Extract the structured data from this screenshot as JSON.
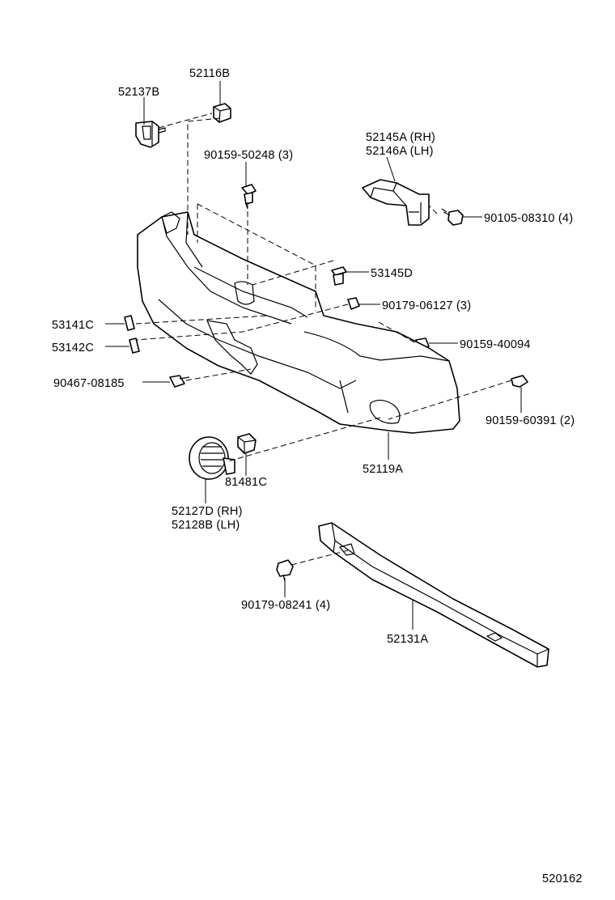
{
  "labels": {
    "p52116B": "52116B",
    "p52137B": "52137B",
    "p52145A": "52145A (RH)",
    "p52146A": "52146A (LH)",
    "p90159_50248": "90159-50248 (3)",
    "p90105_08310": "90105-08310 (4)",
    "p53145D": "53145D",
    "p90179_06127": "90179-06127 (3)",
    "p53141C": "53141C",
    "p53142C": "53142C",
    "p90159_40094": "90159-40094",
    "p90467_08185": "90467-08185",
    "p90159_60391": "90159-60391 (2)",
    "p81481C": "81481C",
    "p52119A": "52119A",
    "p52127D": "52127D (RH)",
    "p52128B": "52128B (LH)",
    "p90179_08241": "90179-08241 (4)",
    "p52131A": "52131A",
    "diagram_id": "520162"
  }
}
